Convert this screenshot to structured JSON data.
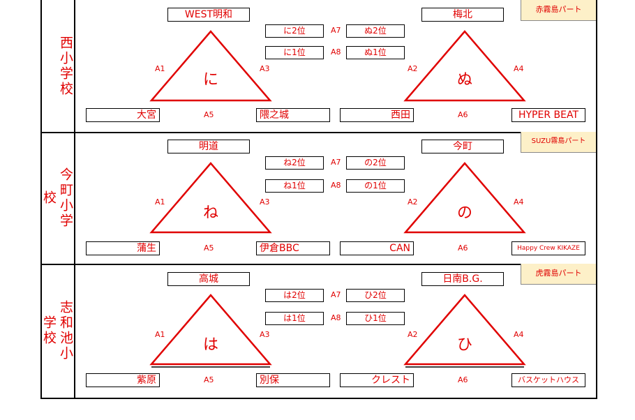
{
  "sections": [
    {
      "school": "西小学校",
      "part": "赤霧島パート",
      "top_left_team": "WEST明和",
      "top_right_team": "梅北",
      "ranks": {
        "l2": "に2位",
        "r2": "ぬ2位",
        "l1": "に1位",
        "r1": "ぬ1位"
      },
      "left_group": "に",
      "right_group": "ぬ",
      "bottom": [
        "大宮",
        "隈之城",
        "西田",
        "HYPER BEAT"
      ]
    },
    {
      "school": "今町小学校",
      "part": "SUZU霧島パート",
      "top_left_team": "明道",
      "top_right_team": "今町",
      "ranks": {
        "l2": "ね2位",
        "r2": "の2位",
        "l1": "ね1位",
        "r1": "の1位"
      },
      "left_group": "ね",
      "right_group": "の",
      "bottom": [
        "蒲生",
        "伊倉BBC",
        "CAN",
        "Happy Crew KIKAZE"
      ]
    },
    {
      "school": "志和池小学校",
      "part": "虎霧島パート",
      "top_left_team": "高城",
      "top_right_team": "日南B.G.",
      "ranks": {
        "l2": "は2位",
        "r2": "ひ2位",
        "l1": "は1位",
        "r1": "ひ1位"
      },
      "left_group": "は",
      "right_group": "ひ",
      "bottom": [
        "紫原",
        "別保",
        "クレスト",
        "バスケットハウス"
      ]
    }
  ],
  "labels": {
    "a1": "A1",
    "a2": "A2",
    "a3": "A3",
    "a4": "A4",
    "a5": "A5",
    "a6": "A6",
    "a7": "A7",
    "a8": "A8"
  },
  "colors": {
    "accent": "#e00000",
    "part_bg": "#fdf0c8"
  }
}
